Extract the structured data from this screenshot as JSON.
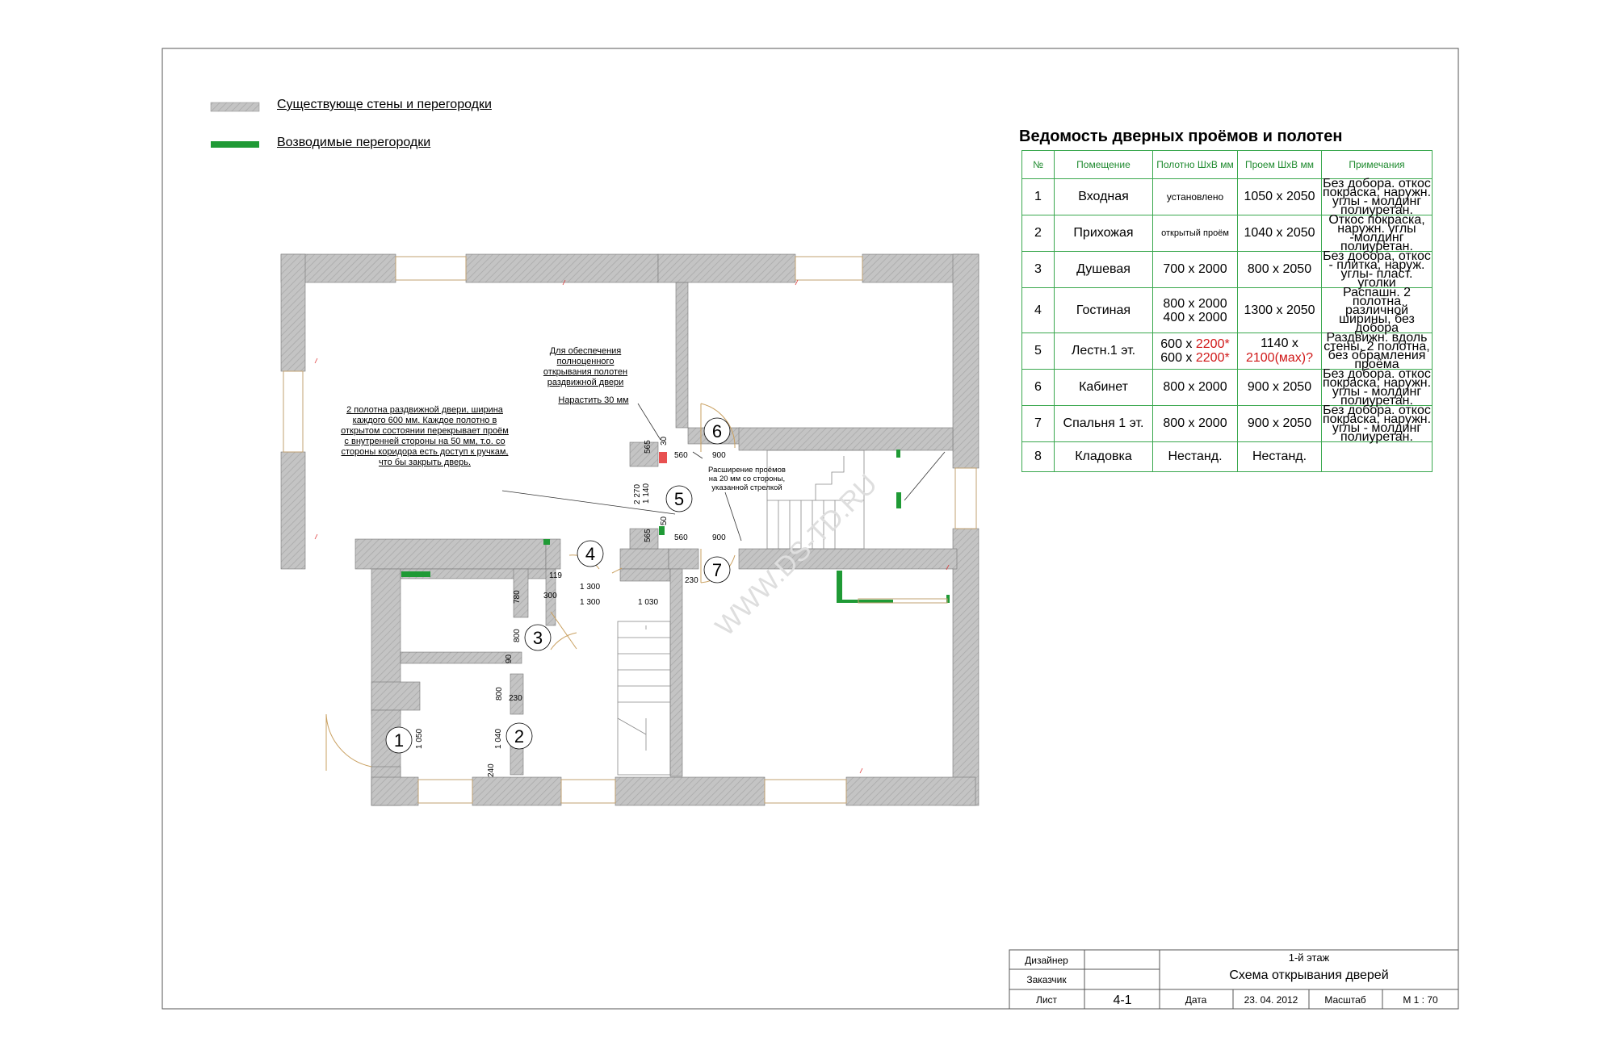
{
  "legend": {
    "existing_label": "Существующе стены и перегородки",
    "new_label": "Возводимые перегородки",
    "existing_color": "#b5b5b5",
    "new_color": "#1f9a35"
  },
  "table": {
    "title": "Ведомость дверных проёмов и  полотен",
    "headers": [
      "№",
      "Помещение",
      "Полотно ШхВ мм",
      "Проем  ШхВ мм",
      "Примечания"
    ],
    "rows": [
      {
        "no": "1",
        "room": "Входная",
        "leaf": "установлено",
        "opening": "1050 х 2050",
        "note": "Без добора. откос покраска,  наружн. углы - молдинг полиуретан."
      },
      {
        "no": "2",
        "room": "Прихожая",
        "leaf": "открытый проём",
        "opening": "1040 х 2050",
        "note": "Откос покраска,  наружн. углы -молдинг полиуретан."
      },
      {
        "no": "3",
        "room": "Душевая",
        "leaf": "700 х 2000",
        "opening": "800 х 2050",
        "note": "Без добора, откос - плитка, наруж. углы- пласт. уголки"
      },
      {
        "no": "4",
        "room": "Гостиная",
        "leaf_line1": "800 х 2000",
        "leaf_line2": "400 х 2000",
        "opening": "1300 х 2050",
        "note": "Распашн.  2 полотна различной ширины, без добора"
      },
      {
        "no": "5",
        "room": "Лестн.1 эт.",
        "leaf_line1_a": "600 х ",
        "leaf_line1_b": "2200*",
        "leaf_line2_a": "600 х ",
        "leaf_line2_b": "2200*",
        "opening_line1": "1140 х",
        "opening_line2": "2100(мах)?",
        "note": "Раздвижн. вдоль стены, 2 полотна, без обрамления проёма"
      },
      {
        "no": "6",
        "room": "Кабинет",
        "leaf": "800 х 2000",
        "opening": "900 х 2050",
        "note": "Без добора. откос покраска,  наружн. углы - молдинг полиуретан."
      },
      {
        "no": "7",
        "room": "Спальня 1 эт.",
        "leaf": "800 х 2000",
        "opening": "900 х 2050",
        "note": "Без добора. откос покраска,  наружн. углы - молдинг полиуретан."
      },
      {
        "no": "8",
        "room": "Кладовка",
        "leaf": "Нестанд.",
        "opening": "Нестанд.",
        "note": ""
      }
    ]
  },
  "notes": {
    "sliding_note": "2  полотна раздвижной двери, ширина каждого 600 мм.  Каждое полотно в открытом состоянии перекрывает проём с внутренней стороны на 50 мм, т.о.  со стороны коридора есть доступ к ручкам, что бы закрыть дверь.",
    "extend_note_1": "Для обеспечения полноценного открывания полотен раздвижной двери",
    "extend_note_2": "Нарастить 30 мм",
    "widen_note": "Расширение проёмов на 20 мм со стороны, указанной стрелкой"
  },
  "door_numbers": [
    "1",
    "2",
    "3",
    "4",
    "5",
    "6",
    "7"
  ],
  "dimensions": {
    "d565a": "565",
    "d565b": "565",
    "d2270": "2 270",
    "d1140": "1 140",
    "d30": "30",
    "d50": "50",
    "d560a": "560",
    "d900a": "900",
    "d560b": "560",
    "d900b": "900",
    "d230a": "230",
    "d119": "119",
    "d1300a": "1 300",
    "d300": "300",
    "d1300b": "1 300",
    "d1030": "1 030",
    "d780": "780",
    "d800a": "800",
    "d90": "90",
    "d800b": "800",
    "d230b": "230",
    "d1050": "1 050",
    "d1040": "1 040",
    "d240": "240"
  },
  "watermark": "WWW.DS-TD.RU",
  "title_block": {
    "designer_label": "Дизайнер",
    "customer_label": "Заказчик",
    "sheet_label": "Лист",
    "sheet_value": "4-1",
    "floor": "1-й этаж",
    "drawing_title": "Схема открывания дверей",
    "date_label": "Дата",
    "date_value": "23. 04. 2012",
    "scale_label": "Масштаб",
    "scale_value": "М 1 : 70"
  }
}
